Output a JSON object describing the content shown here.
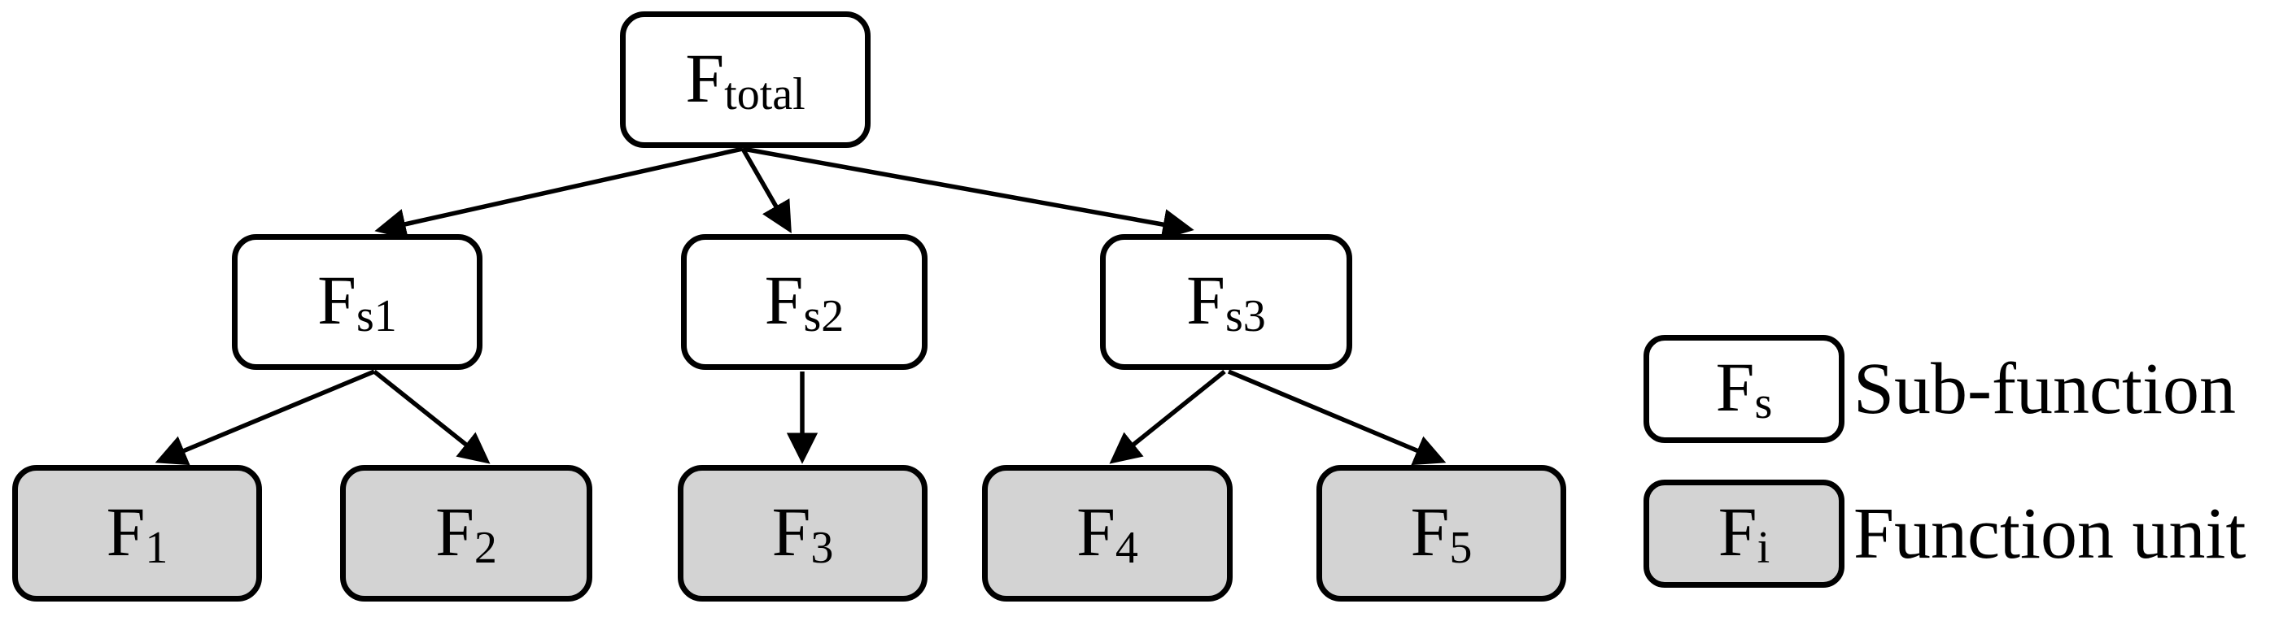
{
  "diagram": {
    "type": "function-tree",
    "colors": {
      "background": "#ffffff",
      "sub_function_fill": "#ffffff",
      "function_unit_fill": "#d3d3d3",
      "line": "#000000"
    },
    "nodes": [
      {
        "id": "F_total",
        "main": "F",
        "sub": "total",
        "kind": "sub-function"
      },
      {
        "id": "F_s1",
        "main": "F",
        "sub": "s1",
        "kind": "sub-function"
      },
      {
        "id": "F_s2",
        "main": "F",
        "sub": "s2",
        "kind": "sub-function"
      },
      {
        "id": "F_s3",
        "main": "F",
        "sub": "s3",
        "kind": "sub-function"
      },
      {
        "id": "F_1",
        "main": "F",
        "sub": "1",
        "kind": "function-unit"
      },
      {
        "id": "F_2",
        "main": "F",
        "sub": "2",
        "kind": "function-unit"
      },
      {
        "id": "F_3",
        "main": "F",
        "sub": "3",
        "kind": "function-unit"
      },
      {
        "id": "F_4",
        "main": "F",
        "sub": "4",
        "kind": "function-unit"
      },
      {
        "id": "F_5",
        "main": "F",
        "sub": "5",
        "kind": "function-unit"
      }
    ],
    "edges": [
      {
        "from": "F_total",
        "to": "F_s1"
      },
      {
        "from": "F_total",
        "to": "F_s2"
      },
      {
        "from": "F_total",
        "to": "F_s3"
      },
      {
        "from": "F_s1",
        "to": "F_1"
      },
      {
        "from": "F_s1",
        "to": "F_2"
      },
      {
        "from": "F_s2",
        "to": "F_3"
      },
      {
        "from": "F_s3",
        "to": "F_4"
      },
      {
        "from": "F_s3",
        "to": "F_5"
      }
    ],
    "legend": [
      {
        "box_main": "F",
        "box_sub": "s",
        "label": "Sub-function",
        "fill": "#ffffff"
      },
      {
        "box_main": "F",
        "box_sub": "i",
        "label": "Function unit",
        "fill": "#d3d3d3"
      }
    ]
  }
}
